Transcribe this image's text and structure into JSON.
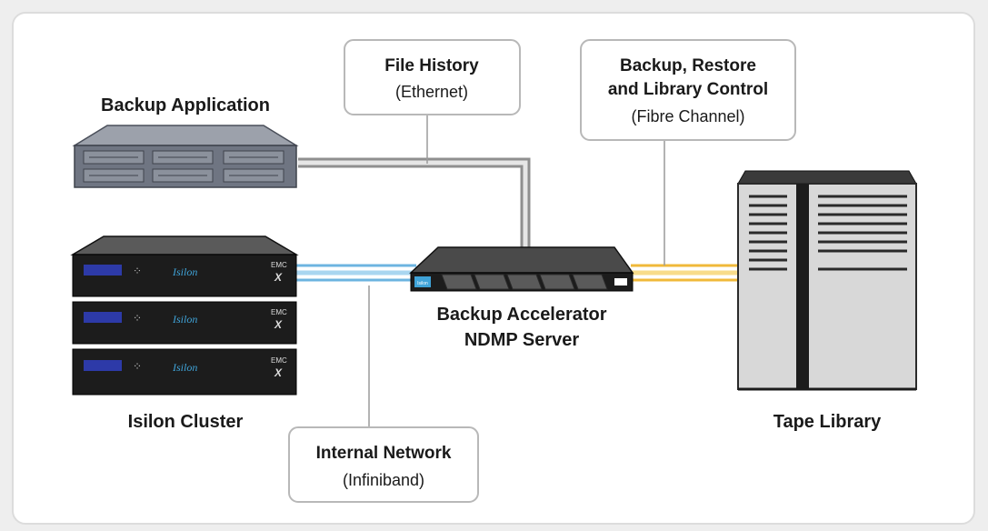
{
  "callouts": {
    "file_history": {
      "title": "File History",
      "subtitle": "(Ethernet)"
    },
    "backup_restore": {
      "line1": "Backup, Restore",
      "line2": "and Library Control",
      "subtitle": "(Fibre Channel)"
    },
    "internal_network": {
      "title": "Internal Network",
      "subtitle": "(Infiniband)"
    }
  },
  "labels": {
    "backup_application": "Backup Application",
    "isilon_cluster": "Isilon Cluster",
    "accelerator_line1": "Backup Accelerator",
    "accelerator_line2": "NDMP Server",
    "tape_library": "Tape Library"
  },
  "node_brand": {
    "logo": "Isilon",
    "emc": "EMC",
    "x": "X"
  },
  "accelerator_badge": "Isilon",
  "colors": {
    "ethernet": "#9a9a9a",
    "infiniband": "#8ec9ea",
    "fibre_channel": "#f3c34a",
    "server_gray": "#6f7582",
    "node_black": "#1c1c1c",
    "tape_gray": "#d8d8d8"
  },
  "icons": {
    "backup_application": "rack-server-icon",
    "isilon_nodes": "storage-node-icon",
    "accelerator": "1u-appliance-icon",
    "tape_library": "tape-library-icon"
  }
}
